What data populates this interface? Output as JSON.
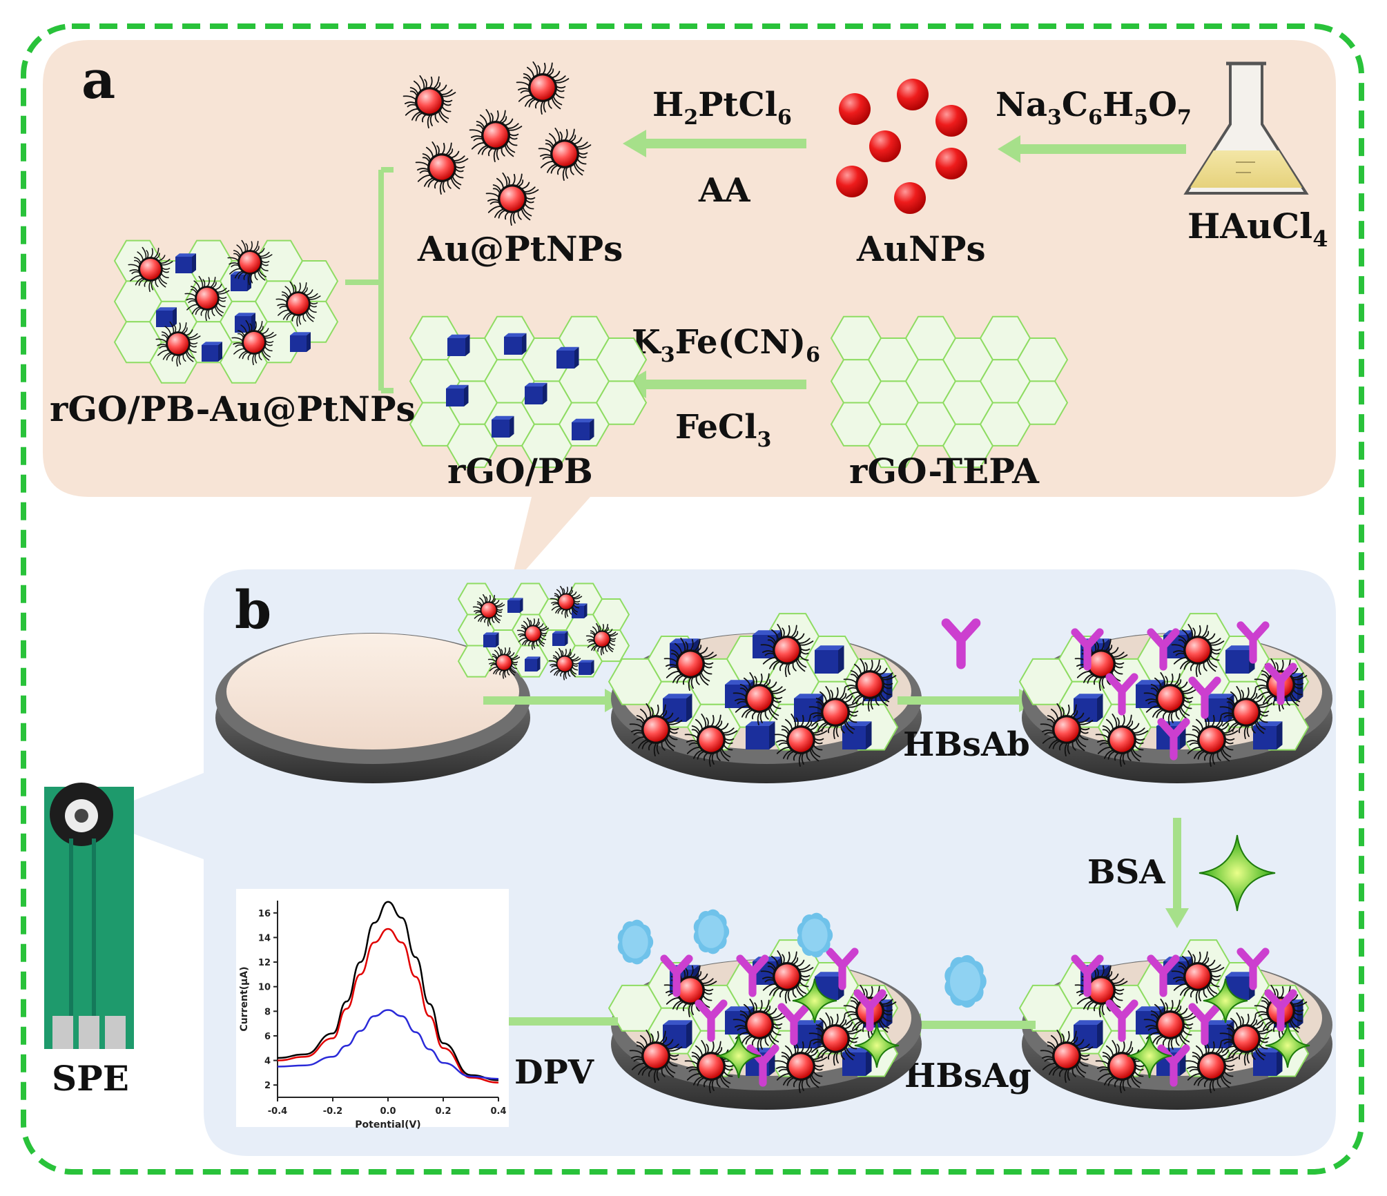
{
  "panel_a": {
    "letter": "a",
    "reagent_au": {
      "main": "Na",
      "parts": [
        [
          "3",
          ""
        ],
        [
          "C",
          ""
        ],
        [
          "6",
          ""
        ],
        [
          "H",
          ""
        ],
        [
          "5",
          ""
        ],
        [
          "O",
          ""
        ],
        [
          "7",
          ""
        ]
      ]
    },
    "start_label": "HAuCl",
    "start_label_sub": "4",
    "reagent_pt_top": "H",
    "reagent_pt_top_sub": "2",
    "reagent_pt_top_rest": "PtCl",
    "reagent_pt_top_sub2": "6",
    "reagent_pt_bottom": "AA",
    "aunps_label": "AuNPs",
    "aupt_label": "Au@PtNPs",
    "rgo_tepa_label": "rGO-TEPA",
    "reagent_pb_top": "K",
    "reagent_pb_top_sub": "3",
    "reagent_pb_top_rest": "Fe(CN)",
    "reagent_pb_top_sub2": "6",
    "reagent_pb_bottom": "FeCl",
    "reagent_pb_bottom_sub": "3",
    "rgo_pb_label": "rGO/PB",
    "composite_label": "rGO/PB-Au@PtNPs"
  },
  "panel_b": {
    "letter": "b",
    "spe_label": "SPE",
    "hbsab_label": "HBsAb",
    "bsa_label": "BSA",
    "hbsag_label": "HBsAg",
    "dpv_label": "DPV"
  },
  "chart_data": {
    "type": "line",
    "xlabel": "Potential(V)",
    "ylabel": "Current(μA)",
    "xlim": [
      -0.4,
      0.4
    ],
    "ylim": [
      1,
      17
    ],
    "xticks": [
      "-0.4",
      "-0.2",
      "0.0",
      "0.2",
      "0.4"
    ],
    "yticks": [
      "2",
      "4",
      "6",
      "8",
      "10",
      "12",
      "14",
      "16"
    ],
    "series": [
      {
        "color": "#000000",
        "x": [
          -0.4,
          -0.3,
          -0.2,
          -0.15,
          -0.1,
          -0.05,
          0.0,
          0.05,
          0.1,
          0.15,
          0.2,
          0.3,
          0.4
        ],
        "y": [
          4.2,
          4.5,
          6.2,
          8.8,
          12.0,
          15.2,
          16.9,
          15.6,
          12.4,
          8.6,
          5.4,
          2.8,
          2.4
        ]
      },
      {
        "color": "#e00000",
        "x": [
          -0.4,
          -0.3,
          -0.2,
          -0.15,
          -0.1,
          -0.05,
          0.0,
          0.05,
          0.1,
          0.15,
          0.2,
          0.3,
          0.4
        ],
        "y": [
          4.0,
          4.3,
          5.8,
          8.2,
          11.0,
          13.6,
          14.7,
          13.6,
          10.8,
          7.6,
          5.0,
          2.6,
          2.2
        ]
      },
      {
        "color": "#2a2ad8",
        "x": [
          -0.4,
          -0.3,
          -0.2,
          -0.15,
          -0.1,
          -0.05,
          0.0,
          0.05,
          0.1,
          0.15,
          0.2,
          0.3,
          0.4
        ],
        "y": [
          3.5,
          3.6,
          4.3,
          5.2,
          6.4,
          7.6,
          8.1,
          7.6,
          6.3,
          4.9,
          3.8,
          2.7,
          2.5
        ]
      }
    ]
  }
}
